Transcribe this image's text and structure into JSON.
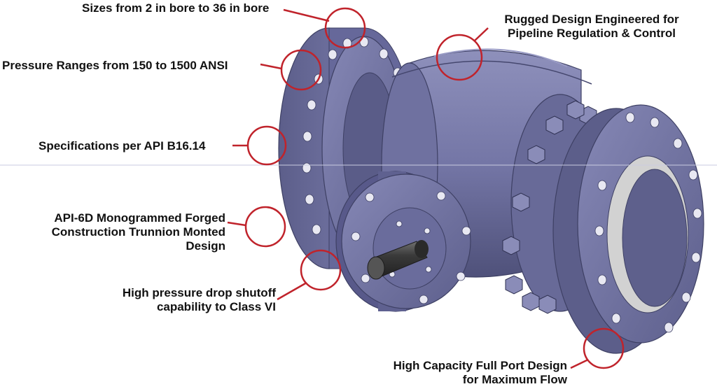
{
  "callouts": {
    "sizes": "Sizes from 2 in bore to 36 in bore",
    "rugged_line1": "Rugged Design Engineered for",
    "rugged_line2": "Pipeline Regulation & Control",
    "pressure": "Pressure Ranges from 150 to 1500 ANSI",
    "specifications": "Specifications per API B16.14",
    "api_line1": "API-6D Monogrammed Forged",
    "api_line2": "Construction Trunnion Monted",
    "api_line3": "Design",
    "shutoff_line1": "High pressure drop shutoff",
    "shutoff_line2": "capability to Class VI",
    "capacity_line1": "High Capacity Full Port Design",
    "capacity_line2": "for Maximum Flow"
  },
  "colors": {
    "callout_circle": "#c0232b",
    "valve_body": "#6a6c9a",
    "valve_shadow": "#4e5078",
    "valve_highlight": "#9294c0",
    "bore_ring": "#d2d2d2"
  }
}
